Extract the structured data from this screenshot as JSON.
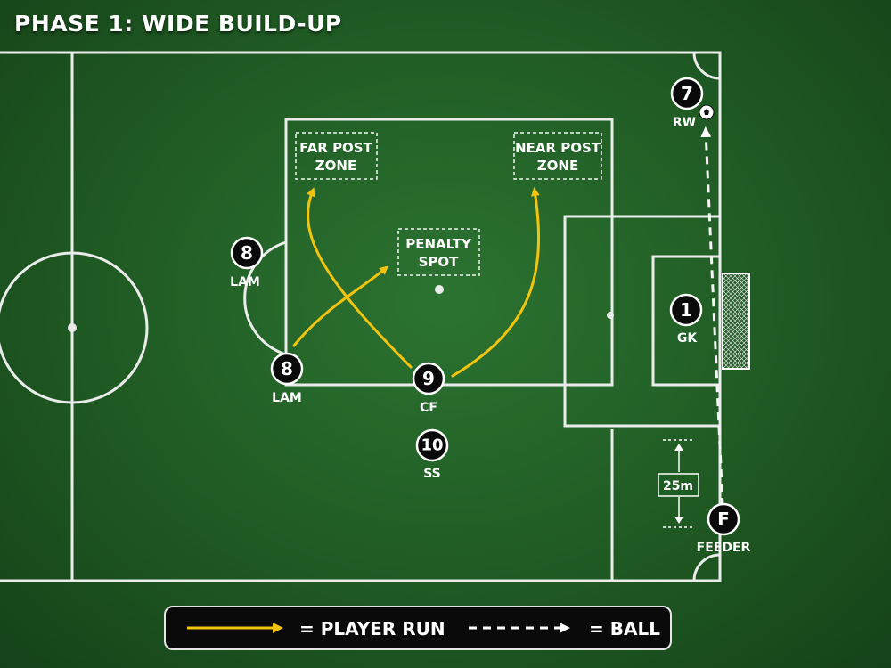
{
  "title": "PHASE 1: WIDE BUILD-UP",
  "zones": [
    {
      "key": "far_post",
      "lines": [
        "FAR POST",
        "ZONE"
      ]
    },
    {
      "key": "near_post",
      "lines": [
        "NEAR POST",
        "ZONE"
      ]
    },
    {
      "key": "penalty_spot",
      "lines": [
        "PENALTY",
        "SPOT"
      ]
    }
  ],
  "players": [
    {
      "id": "rw",
      "number": "7",
      "label": "RW"
    },
    {
      "id": "lam_wide",
      "number": "8",
      "label": "LAM"
    },
    {
      "id": "lam_box",
      "number": "8",
      "label": "LAM"
    },
    {
      "id": "cf",
      "number": "9",
      "label": "CF"
    },
    {
      "id": "ss",
      "number": "10",
      "label": "SS"
    },
    {
      "id": "gk",
      "number": "1",
      "label": "GK"
    },
    {
      "id": "feeder",
      "number": "F",
      "label": "FEEDER"
    }
  ],
  "distance_label": "25m",
  "legend": {
    "player_run": "= PLAYER RUN",
    "ball": "= BALL"
  },
  "colors": {
    "run": "#f2c40f",
    "pitch": "#1f5a23",
    "lines": "#e9ecea"
  }
}
